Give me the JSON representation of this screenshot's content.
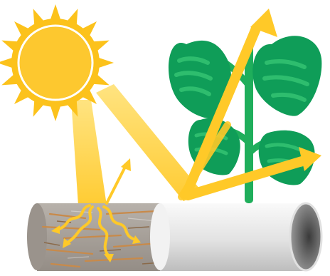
{
  "illustration": {
    "elements": [
      "sun",
      "plant",
      "pipe"
    ],
    "colors": {
      "sun_rays": "#FCC21B",
      "sun_core": "#FDC82F",
      "sun_ring": "#FFFFFF",
      "beam": "#FFC928",
      "beam_light": "#FFE27A",
      "leaf_dark": "#0F9D58",
      "leaf_light": "#2EBD6E",
      "stem": "#1FAE5B",
      "pipe_rough": "#A9A29B",
      "pipe_rust": "#C88A4A",
      "pipe_smooth": "#E6E6E6",
      "pipe_inner": "#7A7A7A"
    }
  }
}
